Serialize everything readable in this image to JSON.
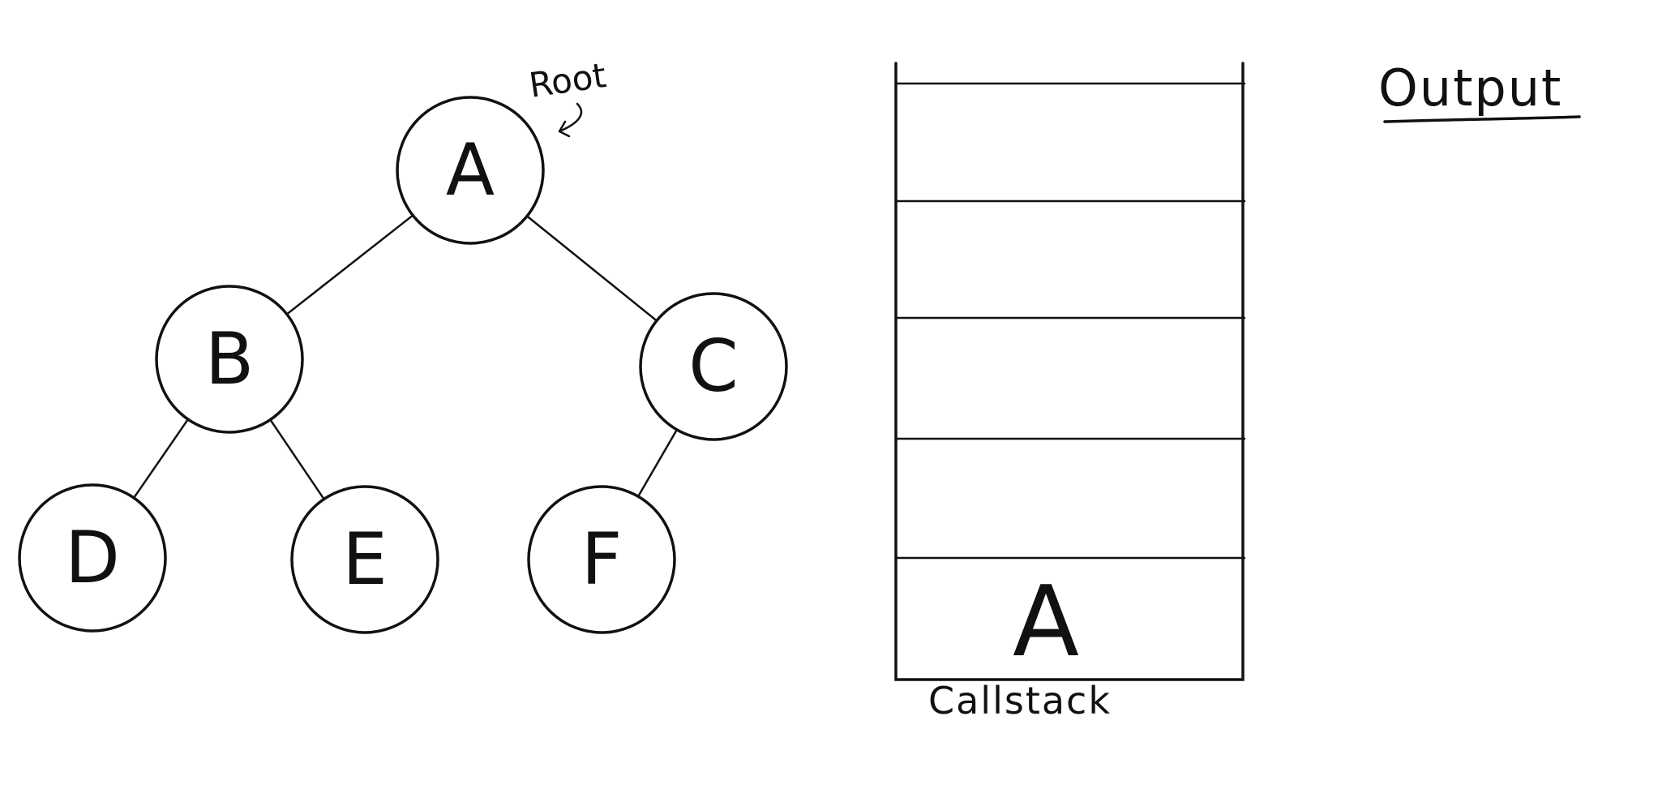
{
  "tree": {
    "root_label": "Root",
    "nodes": [
      {
        "id": "A",
        "label": "A"
      },
      {
        "id": "B",
        "label": "B"
      },
      {
        "id": "C",
        "label": "C"
      },
      {
        "id": "D",
        "label": "D"
      },
      {
        "id": "E",
        "label": "E"
      },
      {
        "id": "F",
        "label": "F"
      }
    ],
    "edges": [
      [
        "A",
        "B"
      ],
      [
        "A",
        "C"
      ],
      [
        "B",
        "D"
      ],
      [
        "B",
        "E"
      ],
      [
        "C",
        "F"
      ]
    ]
  },
  "callstack": {
    "label": "Callstack",
    "frames": [
      "A"
    ]
  },
  "output": {
    "title": "Output",
    "items": []
  },
  "colors": {
    "ink": "#111111",
    "background": "#ffffff"
  }
}
